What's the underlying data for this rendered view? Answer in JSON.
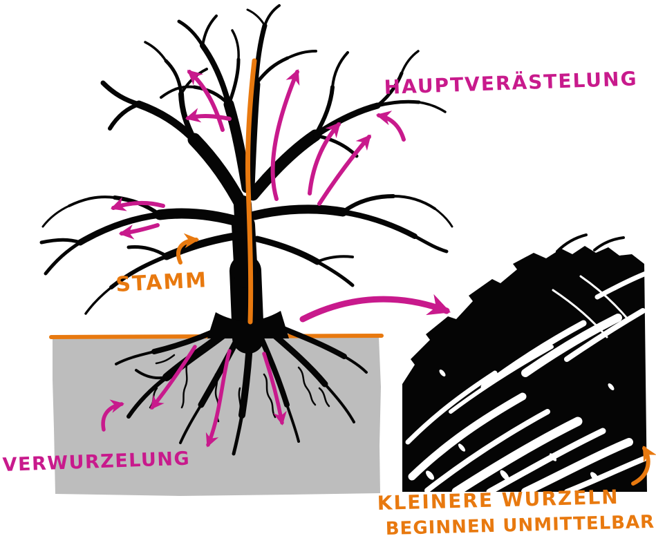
{
  "diagram": {
    "labels": {
      "hauptveraestelung": "HAUPTVERÄSTELUNG",
      "stamm": "STAMM",
      "verwurzelung": "VERWURZELUNG",
      "kleinere_wurzeln": "KLEINERE WURZELN",
      "beginnen_unmittelbar": "BEGINNEN UNMITTELBAR"
    },
    "colors": {
      "magenta": "#c81a8c",
      "orange": "#e8790f",
      "ink": "#050505",
      "soil_gray": "#bdbdbd",
      "background": "#ffffff"
    }
  }
}
